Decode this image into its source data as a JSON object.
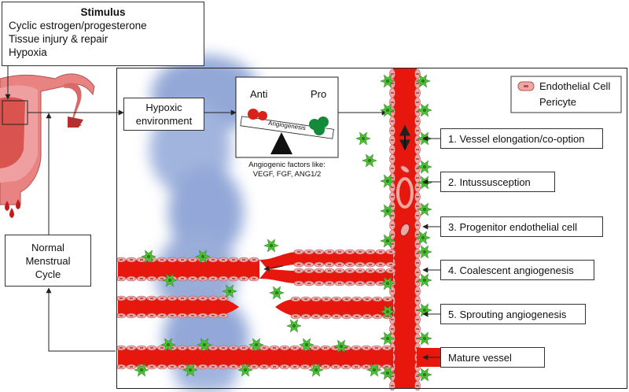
{
  "stimulus": {
    "title": "Stimulus",
    "items": [
      "Cyclic estrogen/progesterone",
      "Tissue injury & repair",
      "Hypoxia"
    ]
  },
  "menstrual_cycle": [
    "Normal",
    "Menstrual",
    "Cycle"
  ],
  "hypoxic": [
    "Hypoxic",
    "environment"
  ],
  "balance": {
    "anti": "Anti",
    "pro": "Pro",
    "beam": "Angiogenesis",
    "caption": [
      "Angiogenic factors like:",
      "VEGF, FGF, ANG1/2"
    ]
  },
  "legend": {
    "endothelial": "Endothelial Cell",
    "pericyte": "Pericyte"
  },
  "steps": [
    "1. Vessel elongation/co-option",
    "2. Intussusception",
    "3. Progenitor endothelial cell",
    "4. Coalescent angiogenesis",
    "5. Sprouting angiogenesis",
    "Mature vessel"
  ],
  "colors": {
    "vessel": "#e8170e",
    "endothelial": "#efa9a3",
    "endothelial_border": "#b8525a",
    "pericyte": "#52c13a",
    "haze": "#8fa7d6",
    "green_ball": "#138a3a",
    "red_ball": "#d9221c"
  }
}
